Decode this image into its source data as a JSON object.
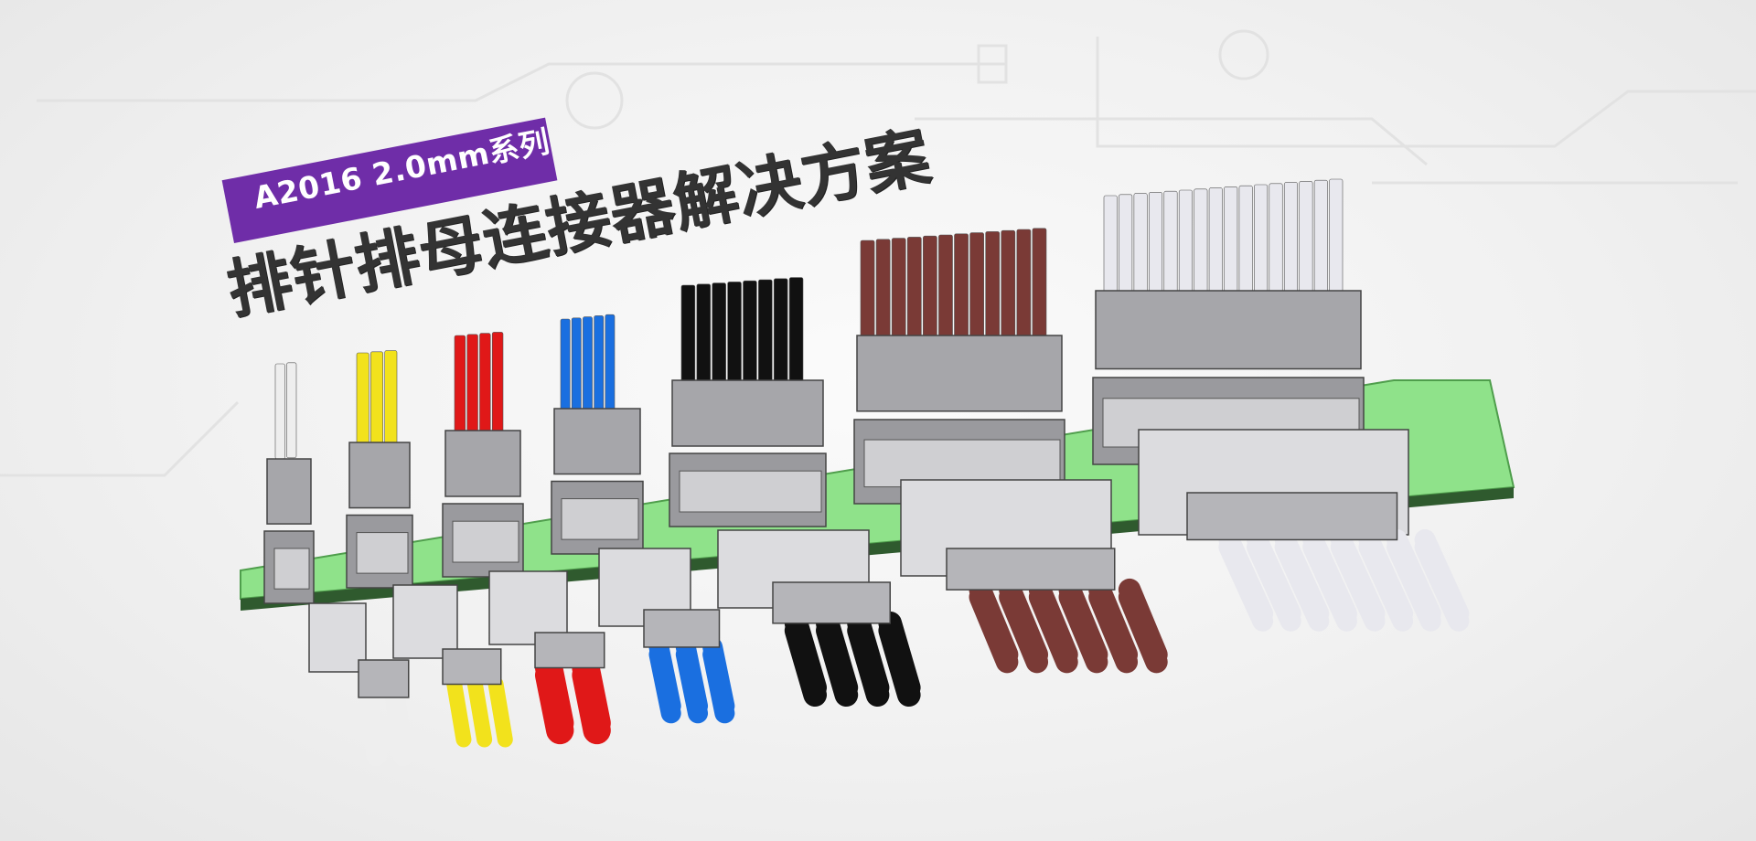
{
  "banner": {
    "series_badge": "A2016 2.0mm系列",
    "headline": "排针排母连接器解决方案"
  },
  "colors": {
    "badge": "#6f2da8",
    "pcb": "#8fe28a",
    "housing": "#9a9a9e",
    "headline": "#333333"
  },
  "connector_groups": [
    {
      "wire_color": "#eeeeee",
      "pins": 2
    },
    {
      "wire_color": "#f2e21c",
      "pins": 3
    },
    {
      "wire_color": "#e01818",
      "pins": 4
    },
    {
      "wire_color": "#1a6fe0",
      "pins": 5
    },
    {
      "wire_color": "#111111",
      "pins": 8
    },
    {
      "wire_color": "#7a3a36",
      "pins": 12
    },
    {
      "wire_color": "#e8e8ee",
      "pins": 16
    }
  ]
}
